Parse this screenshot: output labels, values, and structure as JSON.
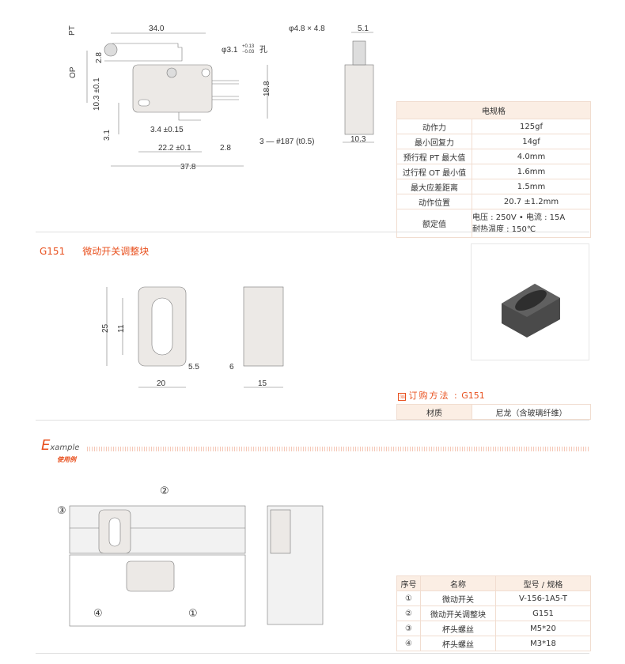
{
  "drawing1": {
    "pt": "PT",
    "op": "OP",
    "d34": "34.0",
    "d28a": "2.8",
    "d103": "10.3 ±0.1",
    "hole": "φ3.1",
    "hole_tol_up": "+0.13",
    "hole_tol_dn": "−0.03",
    "hole_suffix": "孔",
    "d188": "18.8",
    "d31": "3.1",
    "d34b": "3.4 ±0.15",
    "d222": "22.2 ±0.1",
    "d28b": "2.8",
    "d378": "37.8",
    "terminal": "3 — #187 (t0.5)",
    "roller": "φ4.8 × 4.8",
    "d51": "5.1",
    "d103b": "10.3"
  },
  "spec": {
    "title": "电规格",
    "rows": [
      [
        "动作力",
        "125gf"
      ],
      [
        "最小回复力",
        "14gf"
      ],
      [
        "预行程 PT 最大值",
        "4.0mm"
      ],
      [
        "过行程 OT 最小值",
        "1.6mm"
      ],
      [
        "最大应差距离",
        "1.5mm"
      ],
      [
        "动作位置",
        "20.7 ±1.2mm"
      ]
    ],
    "rated_label": "额定值",
    "rated_line1": "电压 : 250V  •  电流 : 15A",
    "rated_line2": "耐热温度 : 150℃"
  },
  "product": {
    "code": "G151",
    "name": "微动开关调整块",
    "d25": "25",
    "d11": "11",
    "d55": "5.5",
    "d20": "20",
    "d6": "6",
    "d15": "15"
  },
  "order": {
    "label": "订购方法 :",
    "code": "G151"
  },
  "material": {
    "label": "材质",
    "value": "尼龙（含玻璃纤维）"
  },
  "example": {
    "title_e": "E",
    "title_rest": "xample",
    "subtitle": "使用例",
    "callouts": [
      "①",
      "②",
      "③",
      "④"
    ]
  },
  "parts": {
    "headers": [
      "序号",
      "名称",
      "型号 / 规格"
    ],
    "rows": [
      [
        "①",
        "微动开关",
        "V-156-1A5-T"
      ],
      [
        "②",
        "微动开关调整块",
        "G151"
      ],
      [
        "③",
        "杯头螺丝",
        "M5*20"
      ],
      [
        "④",
        "杯头螺丝",
        "M3*18"
      ]
    ]
  }
}
